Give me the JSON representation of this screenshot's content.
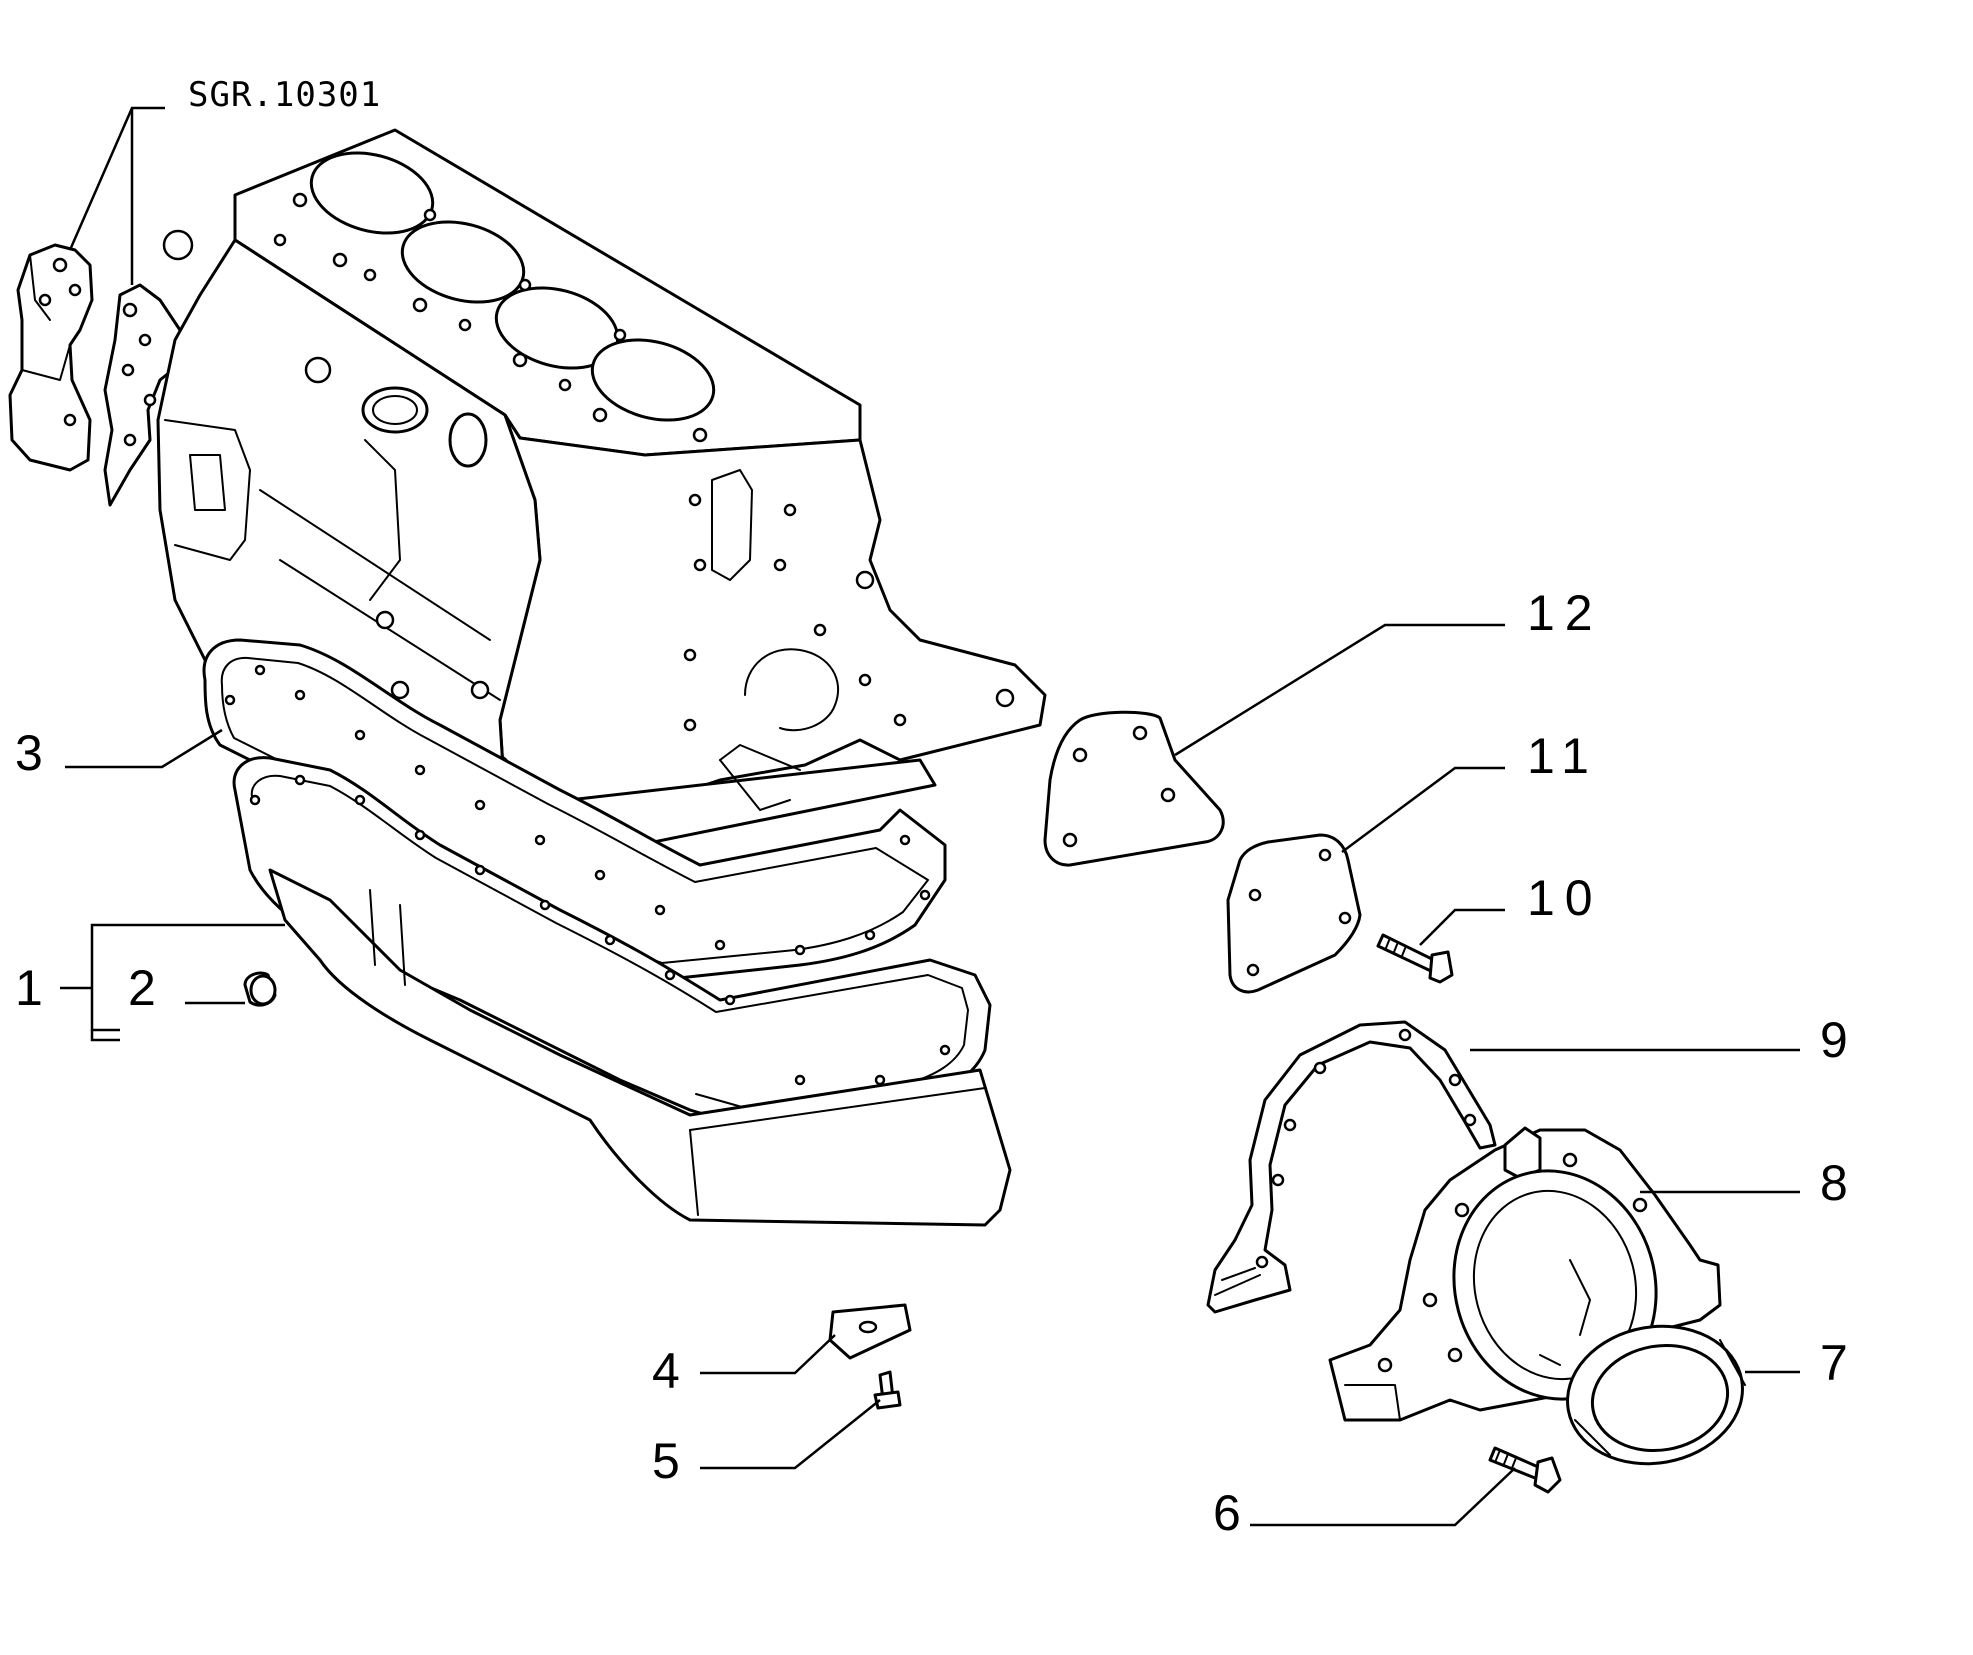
{
  "diagram": {
    "reference_code": "SGR.10301",
    "callouts": [
      "1",
      "2",
      "3",
      "4",
      "5",
      "6",
      "7",
      "8",
      "9",
      "10",
      "11",
      "12"
    ]
  }
}
